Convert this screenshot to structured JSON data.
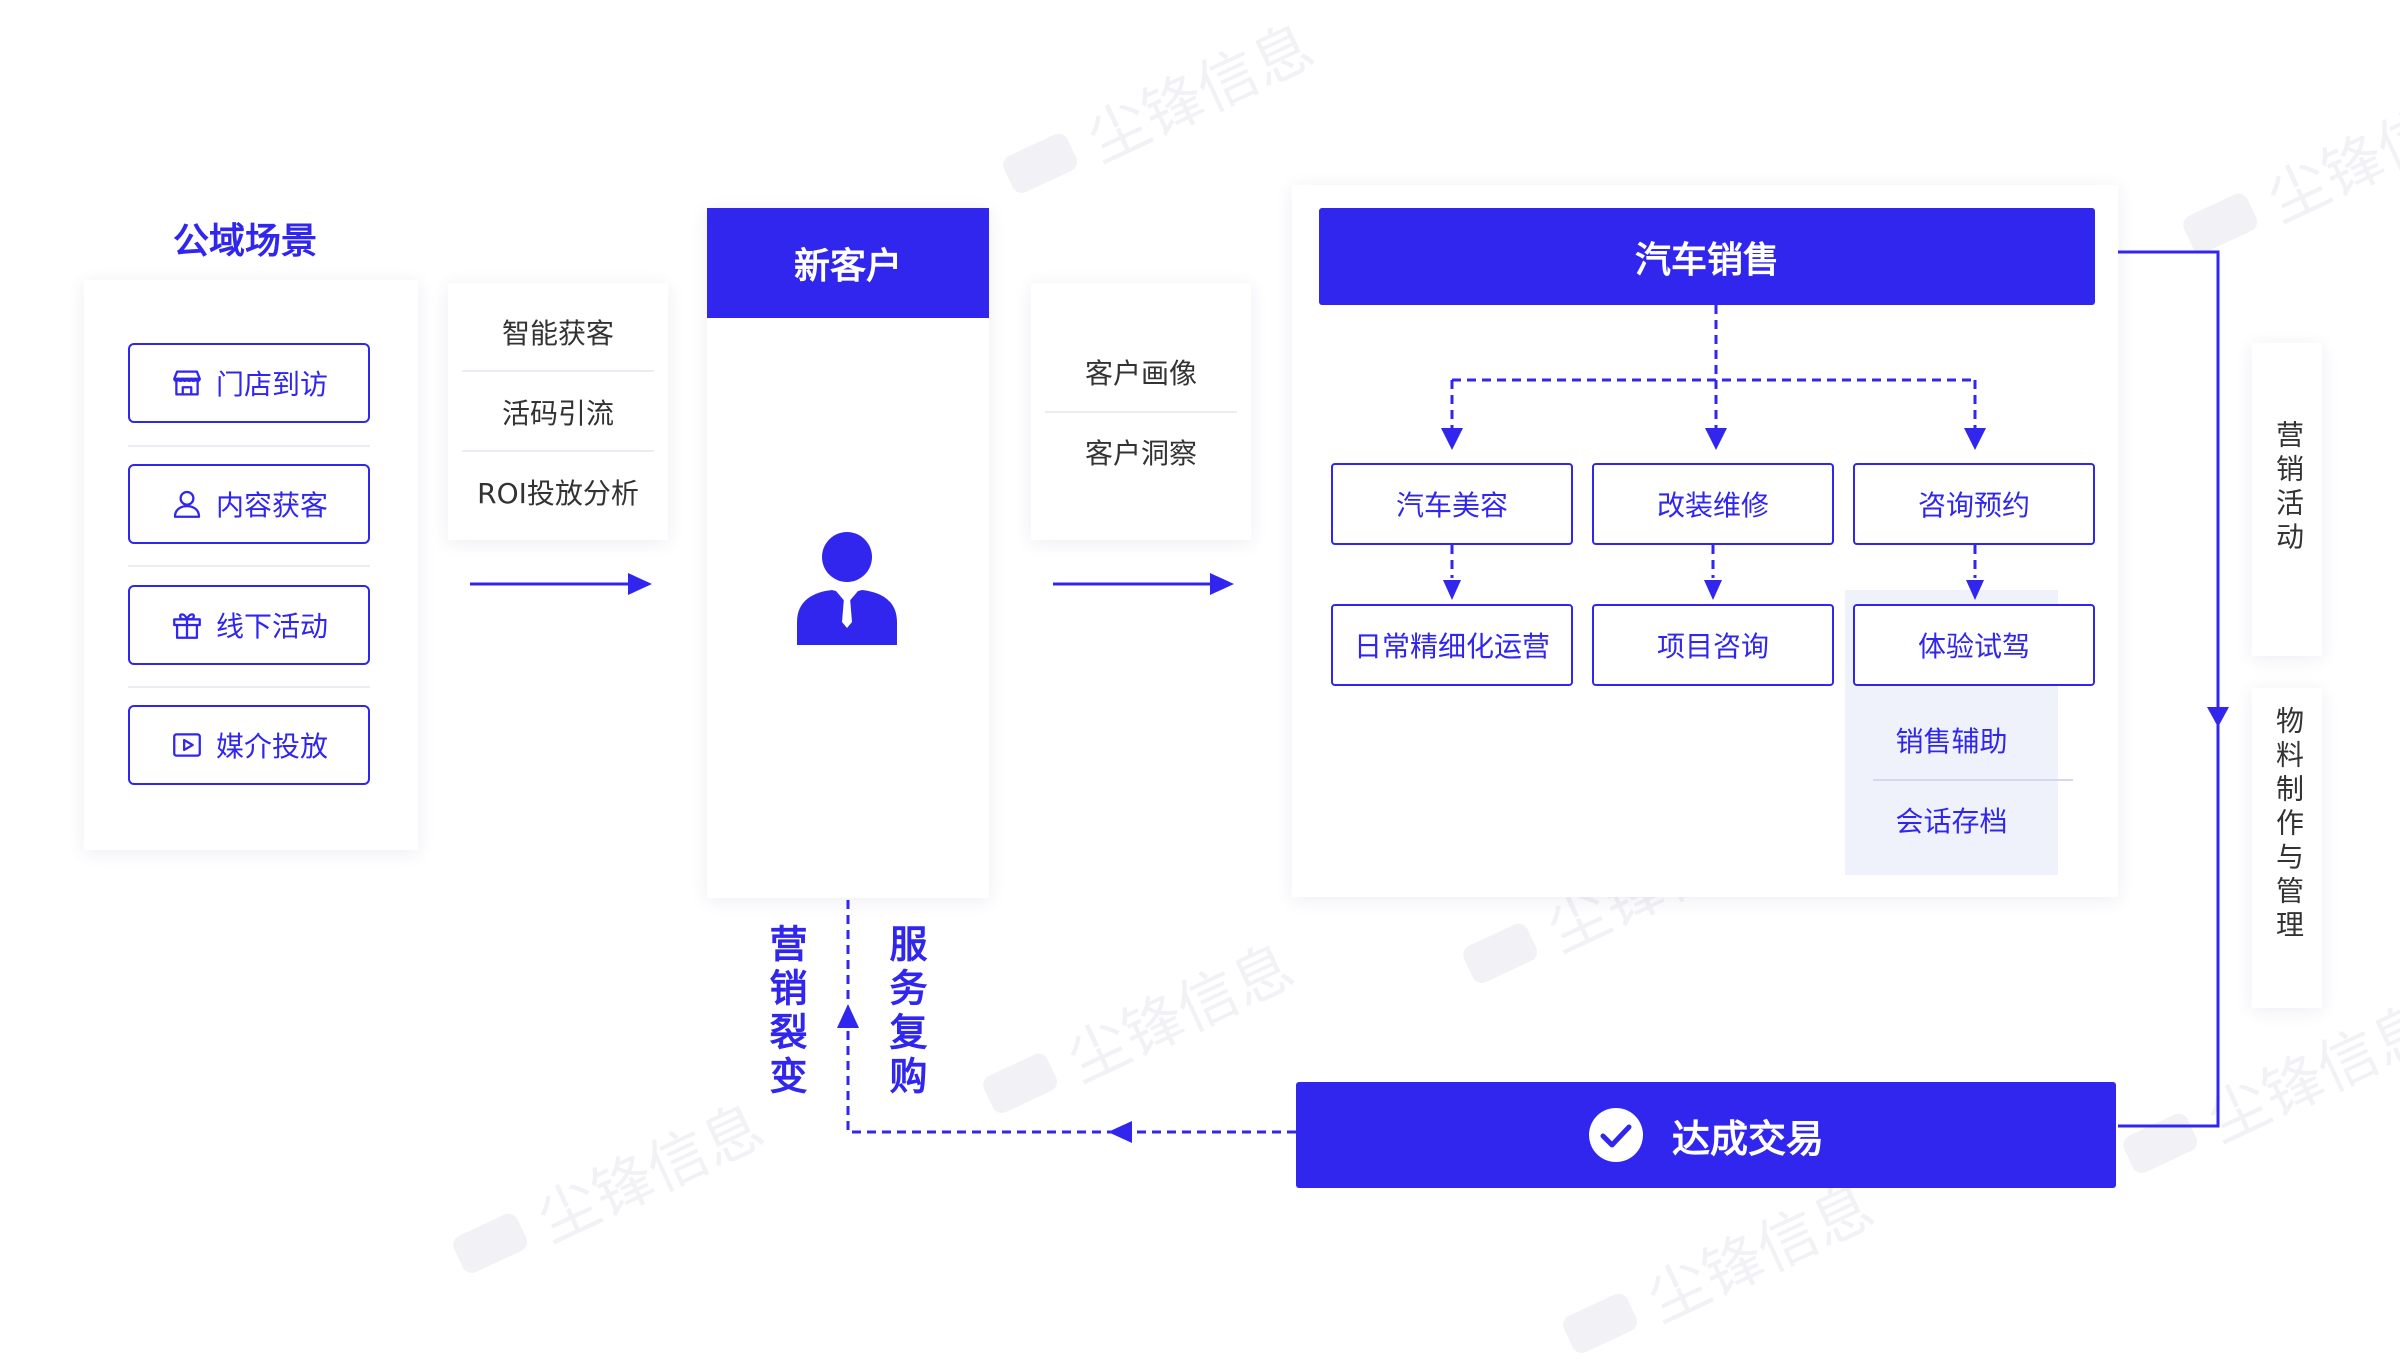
{
  "public": {
    "title": "公域场景",
    "items": [
      {
        "label": "门店到访",
        "icon": "store-icon"
      },
      {
        "label": "内容获客",
        "icon": "user-icon"
      },
      {
        "label": "线下活动",
        "icon": "gift-icon"
      },
      {
        "label": "媒介投放",
        "icon": "play-icon"
      }
    ]
  },
  "tools1": [
    "智能获客",
    "活码引流",
    "ROI投放分析"
  ],
  "new_customer": {
    "title": "新客户",
    "icon": "customer-avatar-icon"
  },
  "tools2": [
    "客户画像",
    "客户洞察"
  ],
  "sales": {
    "title": "汽车销售",
    "top": [
      "汽车美容",
      "改装维修",
      "咨询预约"
    ],
    "bottom": [
      "日常精细化运营",
      "项目咨询",
      "体验试驾"
    ],
    "extra": [
      "销售辅助",
      "会话存档"
    ]
  },
  "side": [
    "营销活动",
    "物料制作与管理"
  ],
  "deal": {
    "label": "达成交易",
    "icon": "check-circle-icon"
  },
  "loop": {
    "left": "营销裂变",
    "right": "服务复购"
  },
  "colors": {
    "primary": "#3126ee",
    "light_panel": "#f0f2fb",
    "text": "#333333"
  }
}
